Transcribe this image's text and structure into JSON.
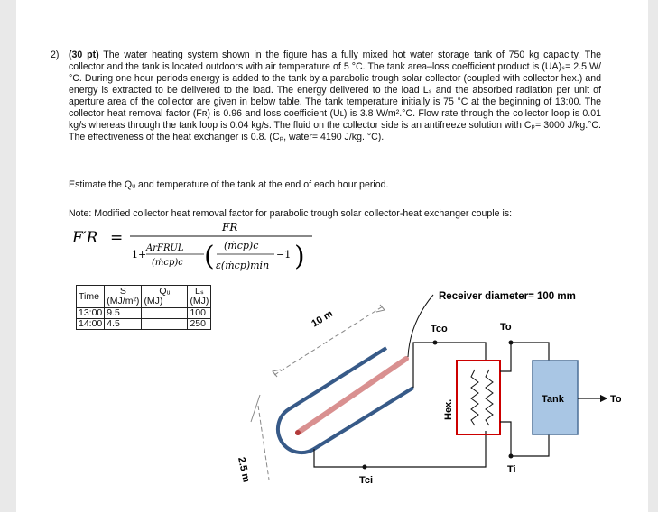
{
  "problem": {
    "number": "2)",
    "points": "(30 pt)",
    "text": "The water heating system shown in the figure has a fully mixed hot water storage tank of 750 kg capacity. The collector and the tank is located outdoors with air temperature of 5 °C. The tank area–loss coefficient product is (UA)ₛ= 2.5 W/°C. During one hour periods energy is added to the tank by a parabolic trough solar collector (coupled with collector hex.) and energy is extracted to be delivered to the load. The energy delivered to the load Lₛ and the absorbed radiation per unit of aperture area of the collector are given in below table. The tank temperature initially is 75 °C at the beginning of 13:00. The collector heat removal factor (Fʀ) is 0.96 and loss coefficient (Uʟ) is 3.8 W/m².°C. Flow rate through the collector loop is 0.01 kg/s whereas through the tank loop is 0.04 kg/s. The fluid on the collector side is an antifreeze solution with Cₚ= 3000 J/kg.°C. The effectiveness of the heat exchanger is 0.8. (Cₚ, water= 4190 J/kg. °C).",
    "estimate": "Estimate the Qᵤ and temperature of the tank at the end of each hour period.",
    "note": "Note: Modified collector heat removal factor for parabolic trough solar collector-heat exchanger couple is:"
  },
  "formula": {
    "lhs": "F′R",
    "numerator": "FR",
    "one_plus": "1+",
    "frac1_num": "ArFRUL",
    "frac1_den": "(ṁcp)c",
    "paren_num": "(ṁcp)c",
    "paren_den": "ε(ṁcp)min",
    "minus_one": "−1"
  },
  "table": {
    "headers": [
      {
        "sym": "Time",
        "unit": ""
      },
      {
        "sym": "S",
        "unit": "(MJ/m²)"
      },
      {
        "sym": "Qᵤ",
        "unit": "(MJ)"
      },
      {
        "sym": "Lₛ",
        "unit": "(MJ)"
      }
    ],
    "rows": [
      [
        "13:00",
        "9.5",
        "",
        "100"
      ],
      [
        "14:00",
        "4.5",
        "",
        "250"
      ]
    ]
  },
  "diagram": {
    "receiver_label": "Receiver diameter= 100 mm",
    "length_label": "10 m",
    "width_label": "2.5 m",
    "tco": "Tco",
    "to": "To",
    "tci": "Tci",
    "ti": "Ti",
    "hex_label": "Hex.",
    "tank_label": "Tank",
    "load_label": "To load",
    "colors": {
      "tank_fill": "#a9c6e4",
      "tank_stroke": "#4a6e96",
      "receiver": "#d99090",
      "trough": "#375a88",
      "hex_box": "#cc0000"
    }
  }
}
